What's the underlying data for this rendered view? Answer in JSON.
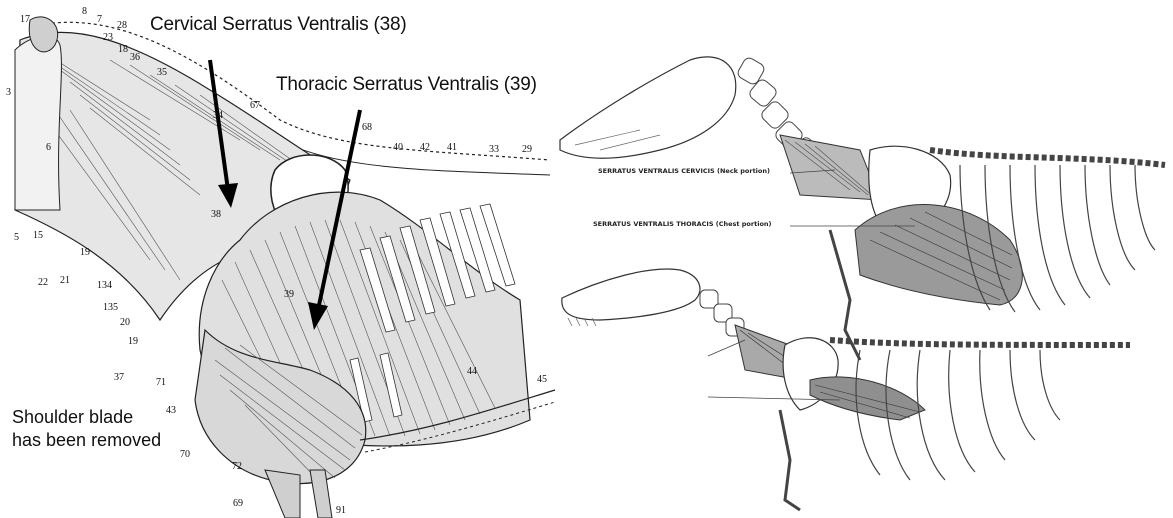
{
  "left_panel": {
    "labels": {
      "cervical": "Cervical Serratus Ventralis (38)",
      "thoracic": "Thoracic Serratus Ventralis (39)",
      "shoulder_note_line1": "Shoulder blade",
      "shoulder_note_line2": "has been removed"
    },
    "reference_numbers": [
      "17",
      "8",
      "7",
      "28",
      "23",
      "18",
      "36",
      "35",
      "34",
      "67",
      "68",
      "40",
      "42",
      "41",
      "33",
      "29",
      "3",
      "6",
      "5",
      "15",
      "22",
      "21",
      "19",
      "134",
      "135",
      "20",
      "19",
      "38",
      "39",
      "37",
      "71",
      "43",
      "70",
      "72",
      "69",
      "91",
      "44",
      "45"
    ]
  },
  "right_panel": {
    "labels": {
      "cervicis": "SERRATUS VENTRALIS CERVICIS (Neck portion)",
      "thoracis": "SERRATUS VENTRALIS THORACIS (Chest portion)"
    }
  },
  "colors": {
    "ink": "#111111",
    "muscle_fill": "#d9d9d9",
    "paper": "#ffffff"
  }
}
